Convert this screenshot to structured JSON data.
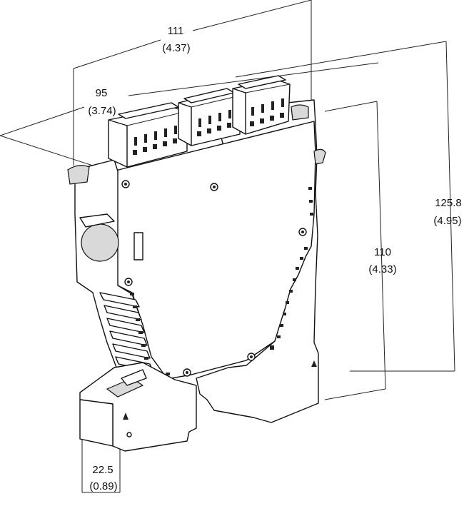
{
  "dimensions": {
    "top_width": {
      "mm": "111",
      "in": "(4.37)"
    },
    "top_depth": {
      "mm": "95",
      "in": "(3.74)"
    },
    "overall_height": {
      "mm": "125.8",
      "in": "(4.95)"
    },
    "body_height": {
      "mm": "110",
      "in": "(4.33)"
    },
    "module_width": {
      "mm": "22.5",
      "in": "(0.89)"
    }
  }
}
